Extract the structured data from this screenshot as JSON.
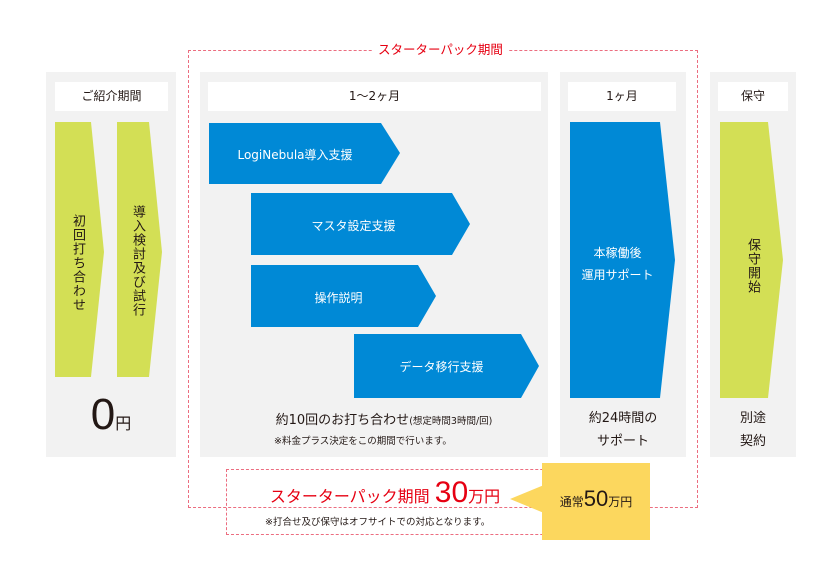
{
  "diagram": {
    "starter_pack_label": "スターターパック期間",
    "colors": {
      "panel_bg": "#f2f2f2",
      "lime": "#d3df55",
      "blue": "#0089d6",
      "red": "#e60012",
      "dash": "#ec6d80",
      "badge": "#fcd75e"
    },
    "columns": [
      {
        "header": "ご紹介期間",
        "arrows": [
          "初回打ち合わせ",
          "導入検討及び試行"
        ],
        "price_number": "0",
        "price_unit": "円"
      },
      {
        "header": "1〜2ヶ月",
        "steps": [
          "LogiNebula導入支援",
          "マスタ設定支援",
          "操作説明",
          "データ移行支援"
        ],
        "note_main": "約10回のお打ち合わせ",
        "note_paren": "(想定時間3時間/回)",
        "note_sub": "※料金プラス決定をこの期間で行います。"
      },
      {
        "header": "1ヶ月",
        "arrow_line1": "本稼働後",
        "arrow_line2": "運用サポート",
        "note_line1": "約24時間の",
        "note_line2": "サポート"
      },
      {
        "header": "保守",
        "arrow": "保守開始",
        "note_line1": "別途",
        "note_line2": "契約"
      }
    ],
    "price": {
      "label": "スターターパック期間",
      "number": "30",
      "unit": "万円",
      "note": "※打合せ及び保守はオフサイトでの対応となります。"
    },
    "regular_price": {
      "label": "通常",
      "number": "50",
      "unit": "万円"
    }
  }
}
